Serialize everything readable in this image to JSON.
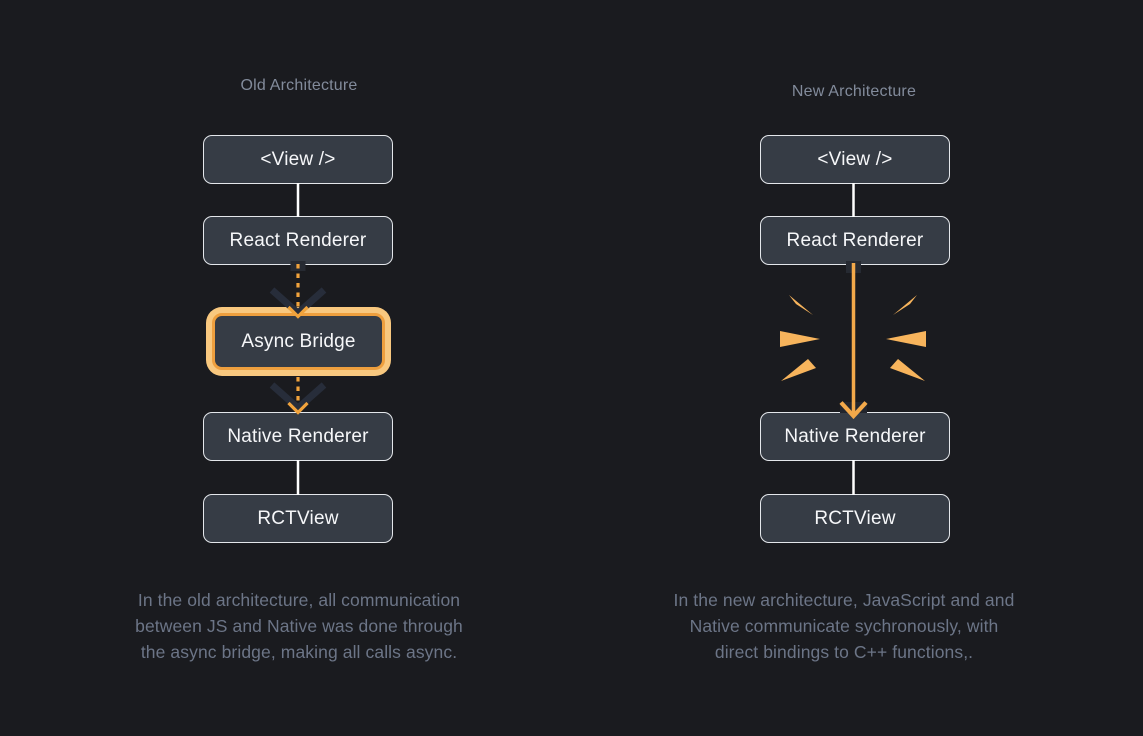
{
  "columns": {
    "old": {
      "title": "Old Architecture",
      "nodes": {
        "view": "<View />",
        "react_renderer": "React Renderer",
        "async_bridge": "Async Bridge",
        "native_renderer": "Native Renderer",
        "rctview": "RCTView"
      },
      "caption_lines": [
        "In the old architecture, all communication",
        "between JS and Native was done through",
        "the async bridge, making all calls async."
      ]
    },
    "new": {
      "title": "New Architecture",
      "nodes": {
        "view": "<View />",
        "react_renderer": "React Renderer",
        "native_renderer": "Native Renderer",
        "rctview": "RCTView"
      },
      "caption_lines": [
        "In the new architecture, JavaScript and and",
        "Native communicate sychronously, with",
        "direct bindings to C++ functions,."
      ]
    }
  },
  "icons": {
    "spark_burst_left": "spark-burst-icon",
    "spark_burst_right": "spark-burst-icon",
    "dashed_arrow_down": "dashed-arrow-down-icon",
    "solid_arrow_down": "solid-arrow-down-icon"
  },
  "colors": {
    "background": "#1a1b1f",
    "node_fill": "#363c45",
    "node_border": "#e4e7eb",
    "node_text": "#f6f7f9",
    "title_text": "#828b9b",
    "caption_text": "#6c7587",
    "accent_orange": "#f1a33c",
    "bridge_ring_outer": "#f8c87f",
    "bridge_ring_inner": "#ee9f3e",
    "arrow_chevron_dark": "#272d3a",
    "connector_white": "#ffffff"
  }
}
